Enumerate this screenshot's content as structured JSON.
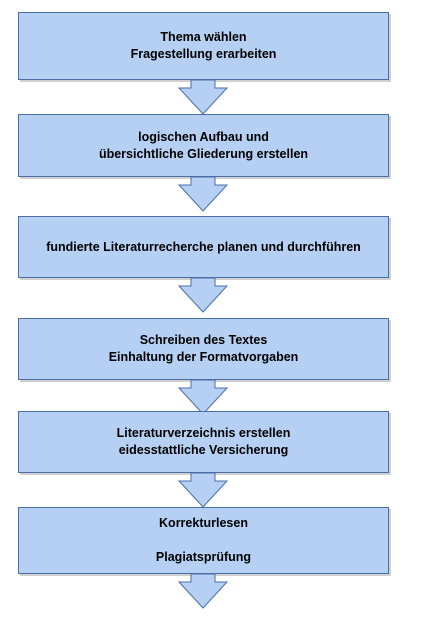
{
  "steps": [
    {
      "lines": [
        "Thema wählen",
        "Fragestellung erarbeiten"
      ]
    },
    {
      "lines": [
        "logischen Aufbau und",
        "übersichtliche Gliederung erstellen"
      ]
    },
    {
      "lines": [
        "fundierte Literaturrecherche planen und durchführen"
      ]
    },
    {
      "lines": [
        "Schreiben des Textes",
        "Einhaltung der Formatvorgaben"
      ]
    },
    {
      "lines": [
        "Literaturverzeichnis erstellen",
        "eidesstattliche Versicherung"
      ]
    },
    {
      "lines": [
        "Korrekturlesen",
        "",
        "Plagiatsprüfung"
      ]
    }
  ],
  "colors": {
    "box_fill": "#b5d0f3",
    "box_border": "#4a6ea4",
    "arrow_fill": "#b5d0f3",
    "arrow_border": "#4a6ea4"
  }
}
